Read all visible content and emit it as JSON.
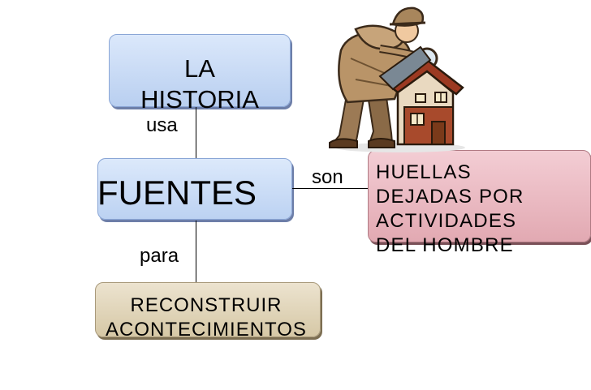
{
  "diagram": {
    "nodes": {
      "historia": "LA\nHISTORIA",
      "fuentes": "FUENTES",
      "huellas": "HUELLAS\nDEJADAS POR\nACTIVIDADES\nDEL HOMBRE",
      "reconstruir": "RECONSTRUIR\nACONTECIMIENTOS"
    },
    "connectors": {
      "usa": "usa",
      "son": "son",
      "para": "para"
    },
    "illustration": "detective-house-clipart",
    "colors": {
      "blue_box": "#c9dbf6",
      "pink_box": "#eab8c0",
      "tan_box": "#e0d4b8"
    }
  }
}
